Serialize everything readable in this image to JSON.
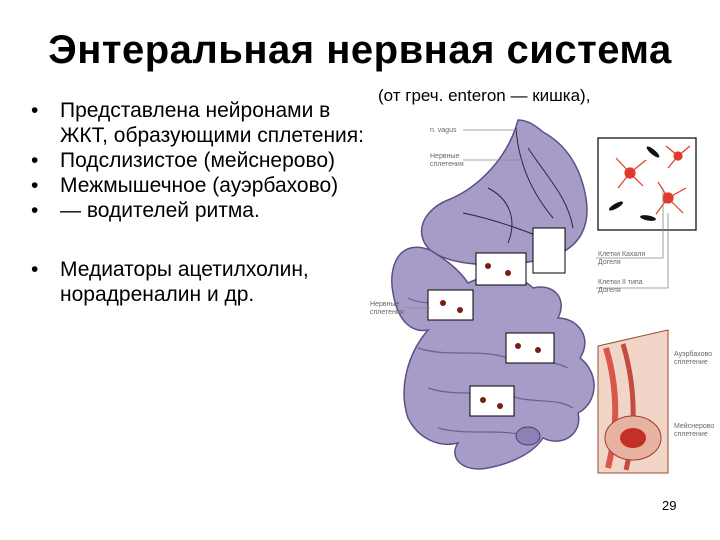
{
  "slide": {
    "title": "Энтеральная нервная система",
    "subtitle": "(от греч. enteron — кишка),",
    "bullets": [
      "Представлена нейронами в ЖКТ, образующими сплетения:",
      "Подслизистое (мейснерово)",
      "Межмышечное (ауэрбахово)",
      "— водителей ритма.",
      "Медиаторы ацетилхолин, норадреналин и др."
    ],
    "page_number": "29"
  },
  "illustration": {
    "labels": {
      "vagus": "n. vagus",
      "plexus_top": [
        "Нервные",
        "сплетения"
      ],
      "plexus_left": [
        "Нервные",
        "сплетения"
      ],
      "cajal": [
        "Клетки Кахаля",
        "Догеля"
      ],
      "dogiel": [
        "Клетки II типа",
        "Догеля"
      ],
      "auerbach": [
        "Ауэрбахово",
        "сплетение"
      ],
      "meissner": [
        "Мейснерово",
        "сплетение"
      ]
    },
    "colors": {
      "intestine": "#a79cc8",
      "intestine_dark": "#6d5f93",
      "neuron": "#e03a2a",
      "wall": "#d8564a"
    }
  }
}
